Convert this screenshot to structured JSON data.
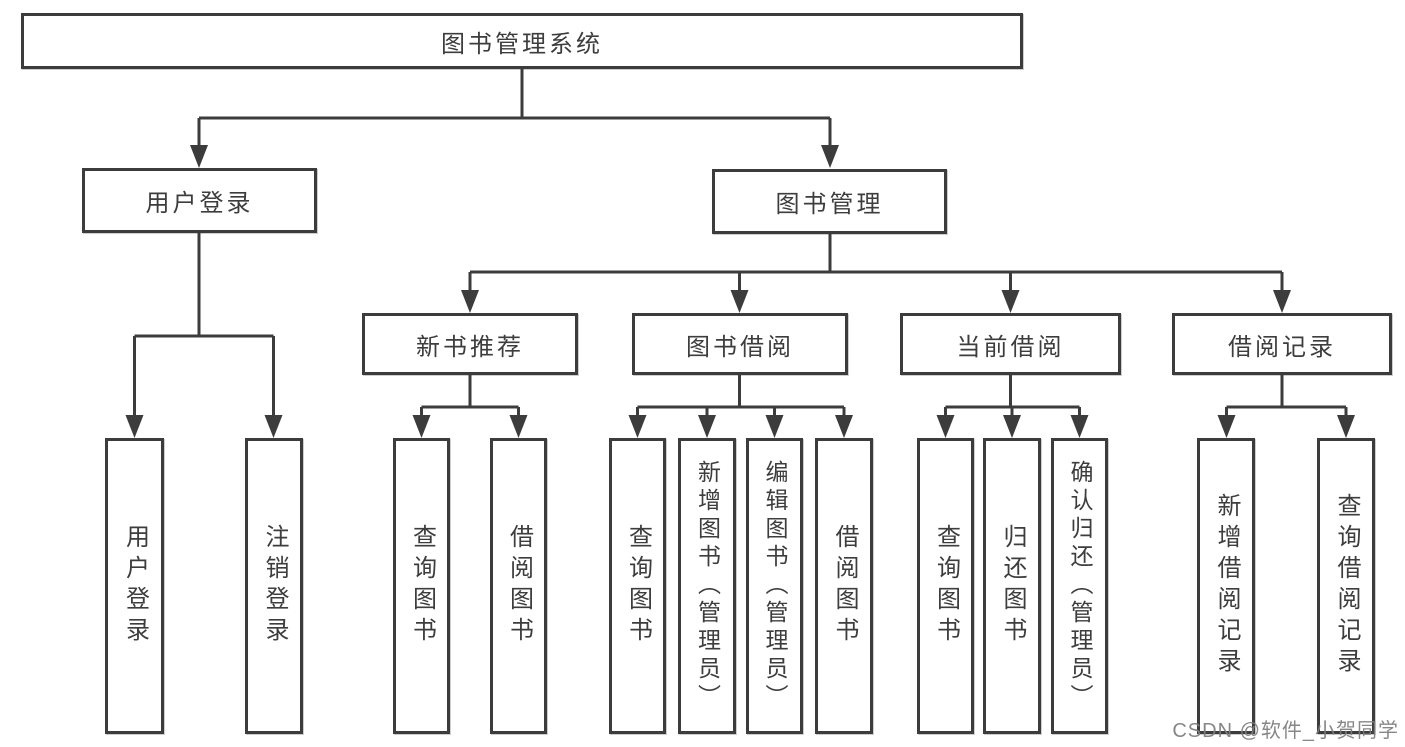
{
  "diagram": {
    "type": "hierarchy-tree",
    "colors": {
      "background": "#ffffff",
      "line": "#3c3c3c",
      "box_border": "#3c3c3c",
      "box_fill": "#ffffff",
      "text": "#3d3d3d",
      "watermark": "#7d7d7d"
    },
    "watermark": "CSDN @软件_小贺同学",
    "nodes": {
      "root": {
        "label": "图书管理系统"
      },
      "user_login": {
        "label": "用户登录"
      },
      "book_mgmt": {
        "label": "图书管理"
      },
      "new_book": {
        "label": "新书推荐"
      },
      "book_borrow": {
        "label": "图书借阅"
      },
      "current_borrow": {
        "label": "当前借阅"
      },
      "borrow_records": {
        "label": "借阅记录"
      },
      "leaf_user_login": {
        "label": "用户登录"
      },
      "leaf_logout": {
        "label": "注销登录"
      },
      "leaf_query_book_1": {
        "label": "查询图书"
      },
      "leaf_borrow_book_1": {
        "label": "借阅图书"
      },
      "leaf_query_book_2": {
        "label": "查询图书"
      },
      "leaf_add_book": {
        "label": "新增图书（管理员）"
      },
      "leaf_edit_book": {
        "label": "编辑图书（管理员）"
      },
      "leaf_borrow_book_2": {
        "label": "借阅图书"
      },
      "leaf_query_book_3": {
        "label": "查询图书"
      },
      "leaf_return_book": {
        "label": "归还图书"
      },
      "leaf_confirm_return": {
        "label": "确认归还（管理员）"
      },
      "leaf_add_record": {
        "label": "新增借阅记录"
      },
      "leaf_query_record": {
        "label": "查询借阅记录"
      }
    },
    "hierarchy": {
      "图书管理系统": {
        "用户登录": [
          "用户登录",
          "注销登录"
        ],
        "图书管理": {
          "新书推荐": [
            "查询图书",
            "借阅图书"
          ],
          "图书借阅": [
            "查询图书",
            "新增图书（管理员）",
            "编辑图书（管理员）",
            "借阅图书"
          ],
          "当前借阅": [
            "查询图书",
            "归还图书",
            "确认归还（管理员）"
          ],
          "借阅记录": [
            "新增借阅记录",
            "查询借阅记录"
          ]
        }
      }
    }
  }
}
